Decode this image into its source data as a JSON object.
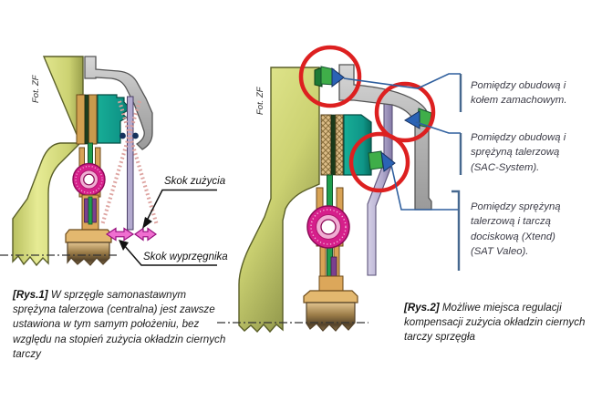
{
  "figure1": {
    "photo_credit": "Fot. ZF",
    "annotations": {
      "wear_travel": "Skok zużycia",
      "release_travel": "Skok wyprzęgnika"
    },
    "caption": {
      "tag": "[Rys.1]",
      "text": " W sprzęgle samonastawnym sprężyna talerzowa (centralna) jest zawsze ustawiona w tym samym położeniu, bez względu na stopień zużycia okładzin ciernych tarczy"
    }
  },
  "figure2": {
    "photo_credit": "Fot. ZF",
    "labels": [
      "Pomiędzy obudową i kołem zamachowym.",
      "Pomiędzy obudową i sprężyną talerzową (SAC-System).",
      "Pomiędzy sprężyną talerzową i tarczą dociskową (Xtend) (SAT Valeo)."
    ],
    "caption": {
      "tag": "[Rys.2]",
      "text": " Możliwe miejsca regulacji kompensacji zużycia okładzin ciernych tarczy sprzęgła"
    }
  },
  "colors": {
    "highlight_red": "#dd2020",
    "leader_blue": "#2f5f9e",
    "flywheel_green": "#dfe58a",
    "housing_gray": "#b9b9b9",
    "pressure_plate_teal": "#109688",
    "disc_tan": "#d2a050",
    "bearing_magenta": "#d61f8b",
    "rod_green": "#1f9e4d",
    "spring_lavender": "#beb6d9",
    "marker_green": "#3fae49",
    "marker_blue": "#2b63b5",
    "arrow_pink": "#ef6fd0"
  }
}
